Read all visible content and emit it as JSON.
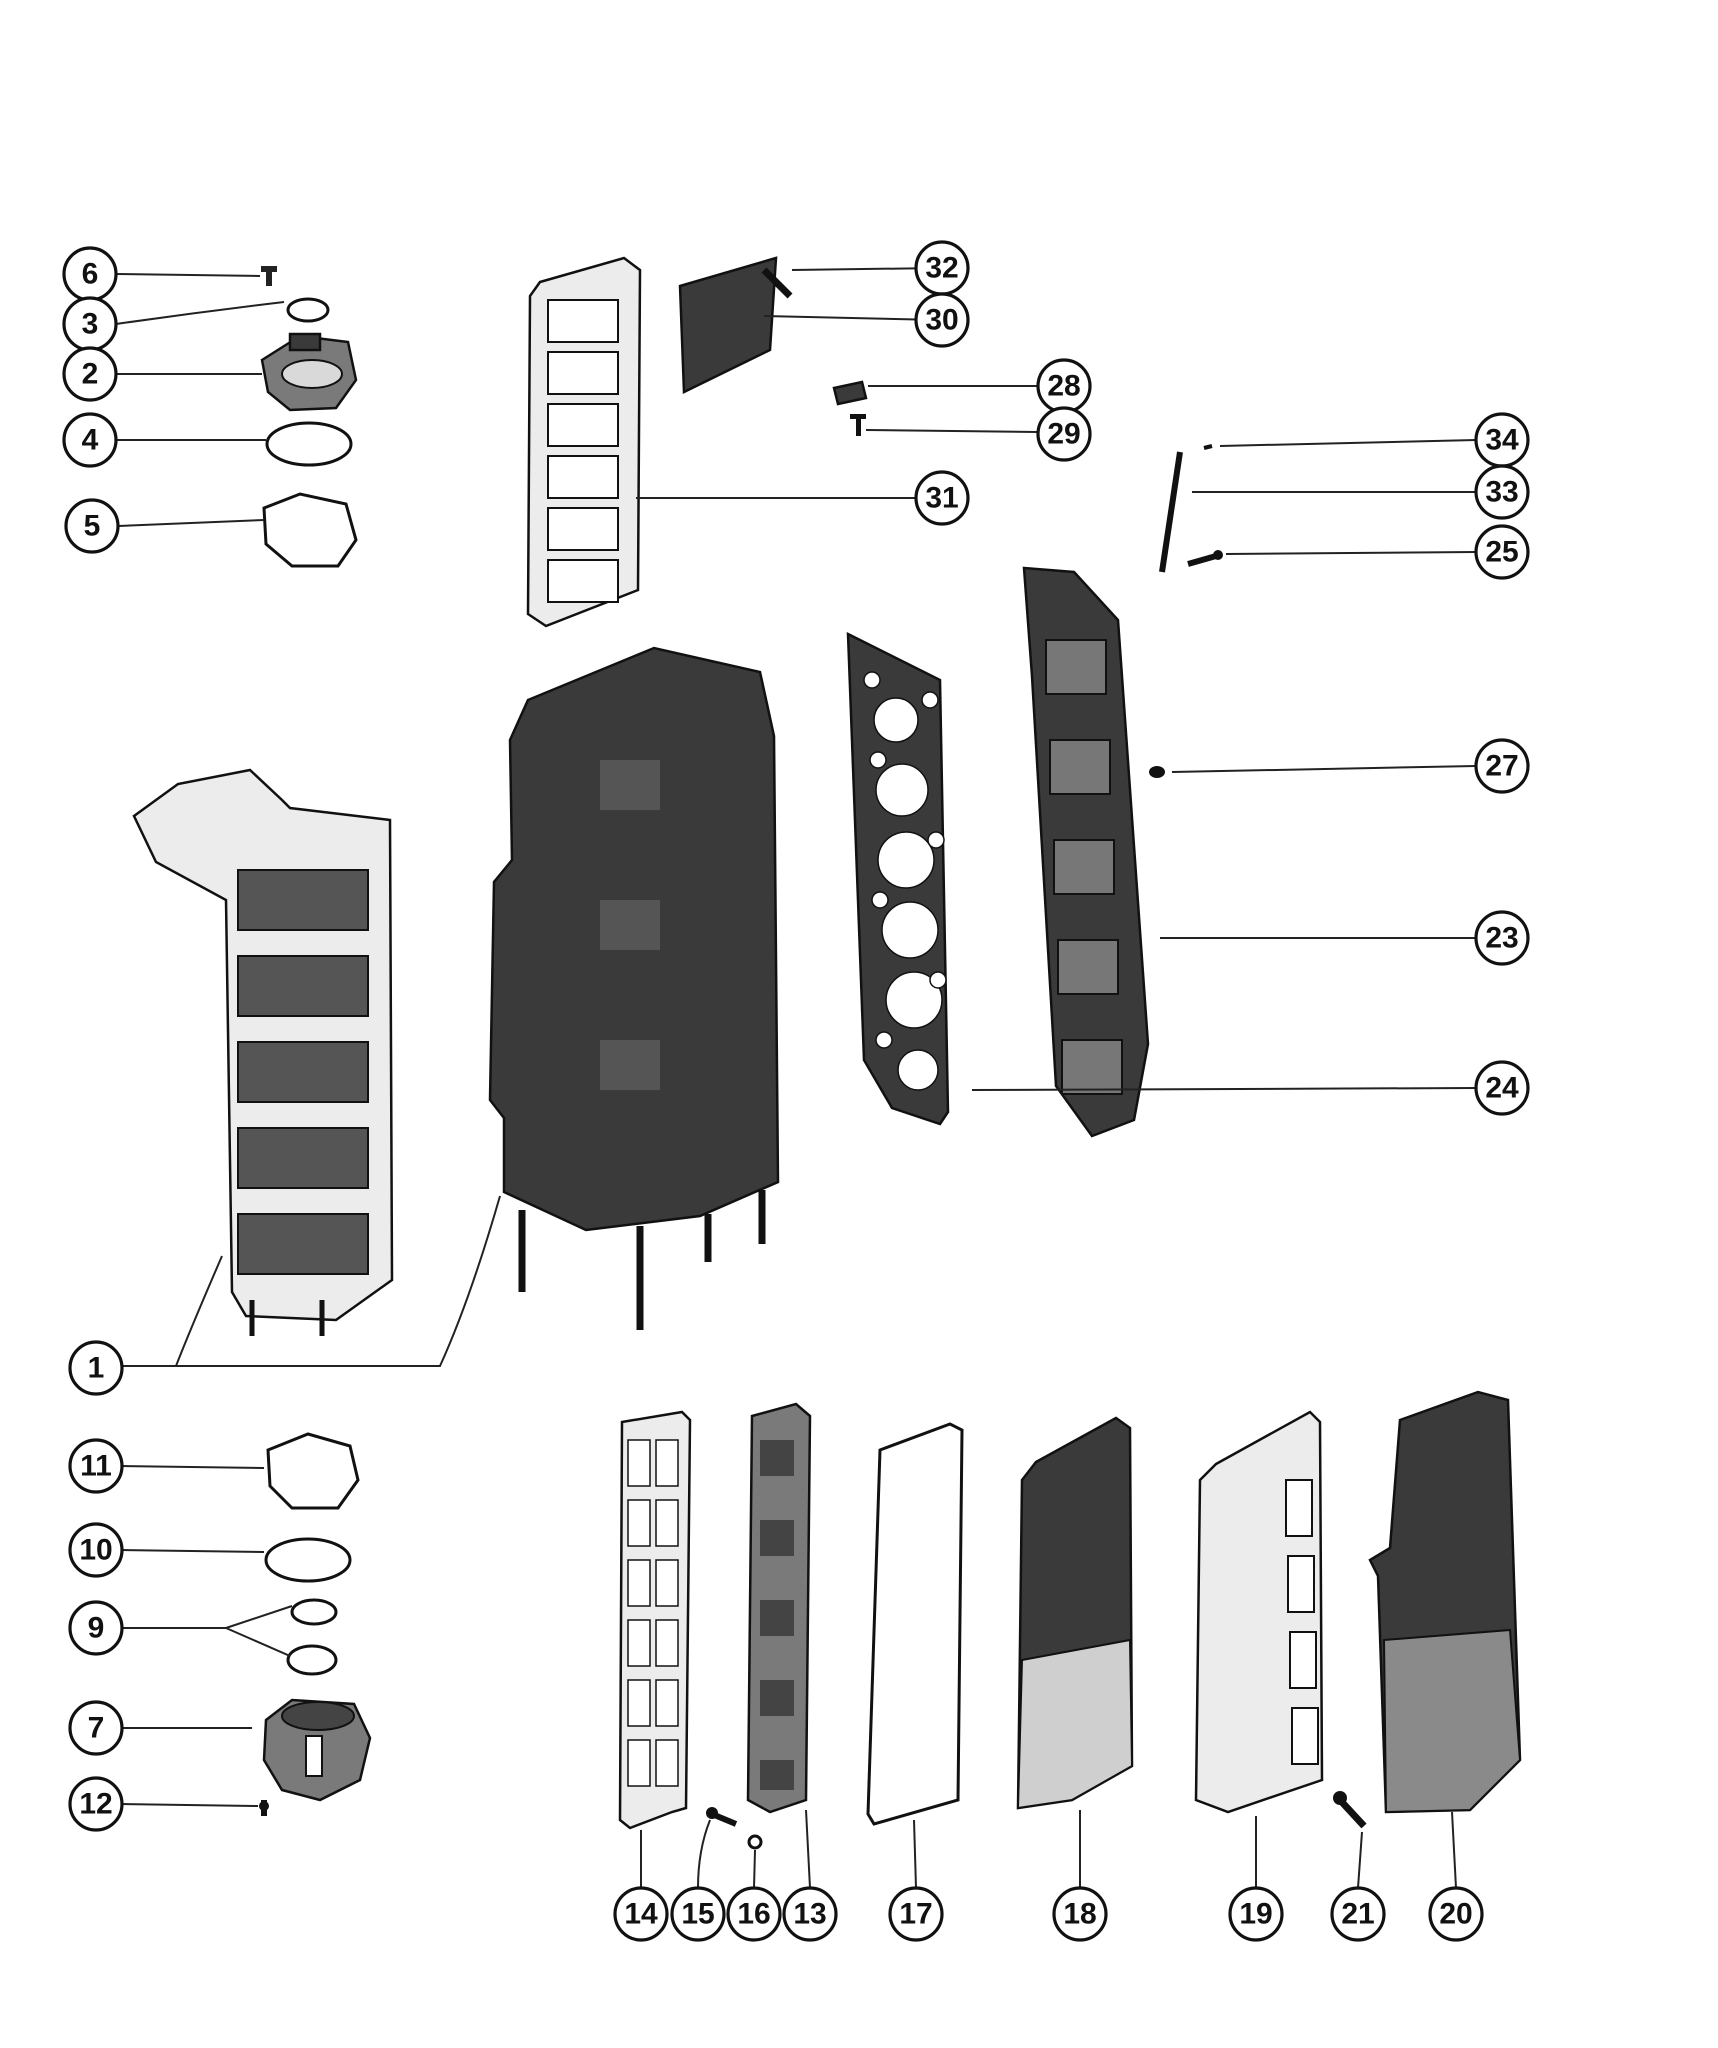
{
  "callouts": {
    "c1": "1",
    "c2": "2",
    "c3": "3",
    "c4": "4",
    "c5": "5",
    "c6": "6",
    "c7": "7",
    "c9": "9",
    "c10": "10",
    "c11": "11",
    "c12": "12",
    "c13": "13",
    "c14": "14",
    "c15": "15",
    "c16": "16",
    "c17": "17",
    "c18": "18",
    "c19": "19",
    "c20": "20",
    "c21": "21",
    "c23": "23",
    "c24": "24",
    "c25": "25",
    "c27": "27",
    "c28": "28",
    "c29": "29",
    "c30": "30",
    "c31": "31",
    "c32": "32",
    "c33": "33",
    "c34": "34"
  }
}
